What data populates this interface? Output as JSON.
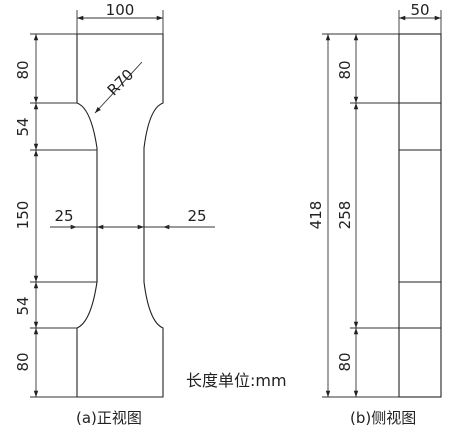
{
  "front_view": {
    "caption": "(a)正视图",
    "dims": {
      "width_top": "100",
      "top_grip": "80",
      "transition_top": "54",
      "gauge_length": "150",
      "transition_bottom": "54",
      "bottom_grip": "80",
      "radius": "R70",
      "shoulder_left": "25",
      "shoulder_right": "25"
    }
  },
  "side_view": {
    "caption": "(b)侧视图",
    "dims": {
      "thickness": "50",
      "total_length": "418",
      "top_section": "80",
      "middle_section": "258",
      "bottom_section": "80"
    }
  },
  "unit_note": "长度单位:mm"
}
